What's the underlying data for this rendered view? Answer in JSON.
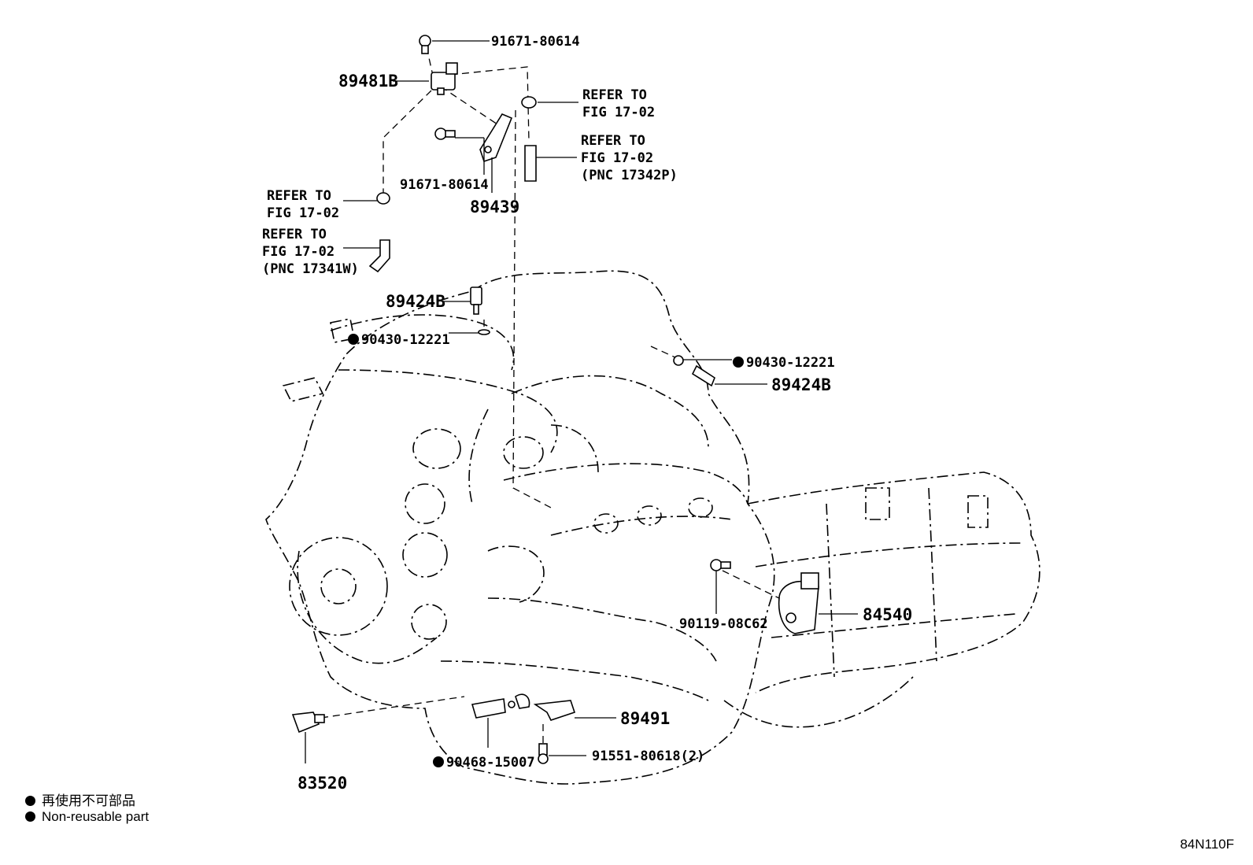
{
  "labels": {
    "p91671_top": "91671-80614",
    "p89481b": "89481B",
    "refer_tr1_a": "REFER TO",
    "refer_tr1_b": "FIG 17-02",
    "refer_tr2_a": "REFER TO",
    "refer_tr2_b": "FIG 17-02",
    "refer_tr2_c": "(PNC 17342P)",
    "p91671_mid": "91671-80614",
    "p89439": "89439",
    "refer_l1_a": "REFER TO",
    "refer_l1_b": "FIG 17-02",
    "refer_l2_a": "REFER TO",
    "refer_l2_b": "FIG 17-02",
    "refer_l2_c": "(PNC 17341W)",
    "p89424b_left": "89424B",
    "p90430_left": "90430-12221",
    "p90430_right": "90430-12221",
    "p89424b_right": "89424B",
    "p90119": "90119-08C62",
    "p84540": "84540",
    "p89491": "89491",
    "p91551": "91551-80618(2)",
    "p90468": "90468-15007",
    "p83520": "83520"
  },
  "legend": {
    "japanese": "再使用不可部品",
    "english": "Non-reusable part"
  },
  "diagram_code": "84N110F"
}
